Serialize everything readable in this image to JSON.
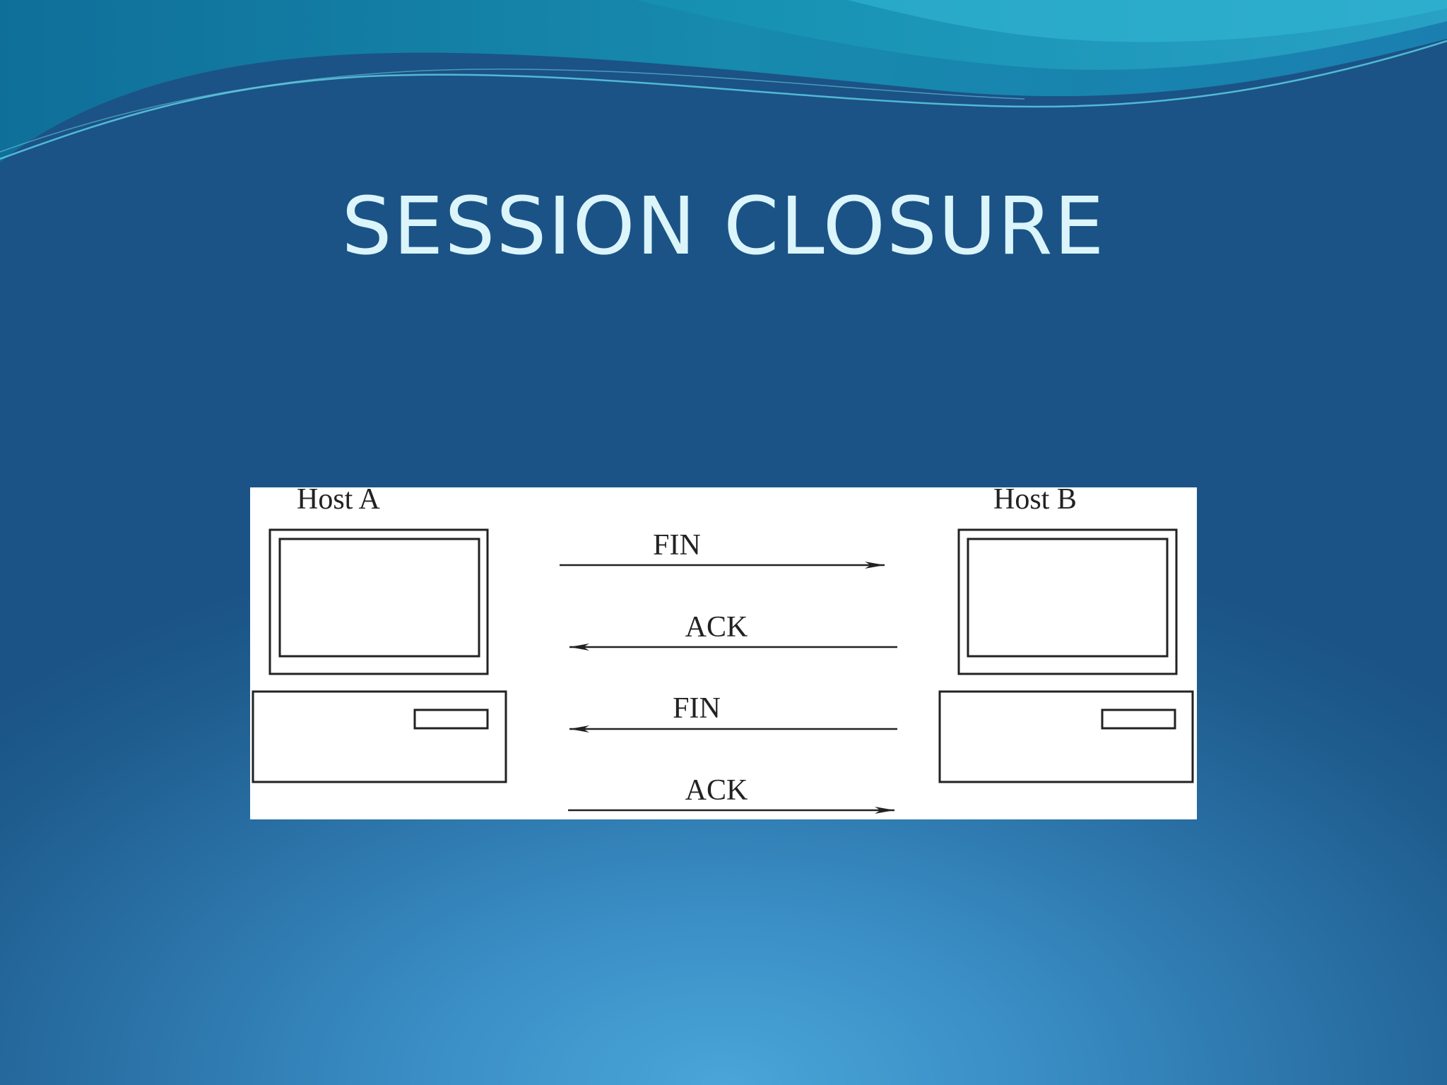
{
  "slide": {
    "title": "SESSION CLOSURE"
  },
  "diagram": {
    "hosts": [
      {
        "label": "Host A"
      },
      {
        "label": "Host B"
      }
    ],
    "messages": [
      {
        "label": "FIN",
        "direction": "A-to-B"
      },
      {
        "label": "ACK",
        "direction": "B-to-A"
      },
      {
        "label": "FIN",
        "direction": "B-to-A"
      },
      {
        "label": "ACK",
        "direction": "A-to-B"
      }
    ]
  },
  "colors": {
    "title_text": "#dbf5fb",
    "background_dark": "#1b5386",
    "background_light": "#4aa5d8",
    "diagram_line": "#222222"
  }
}
